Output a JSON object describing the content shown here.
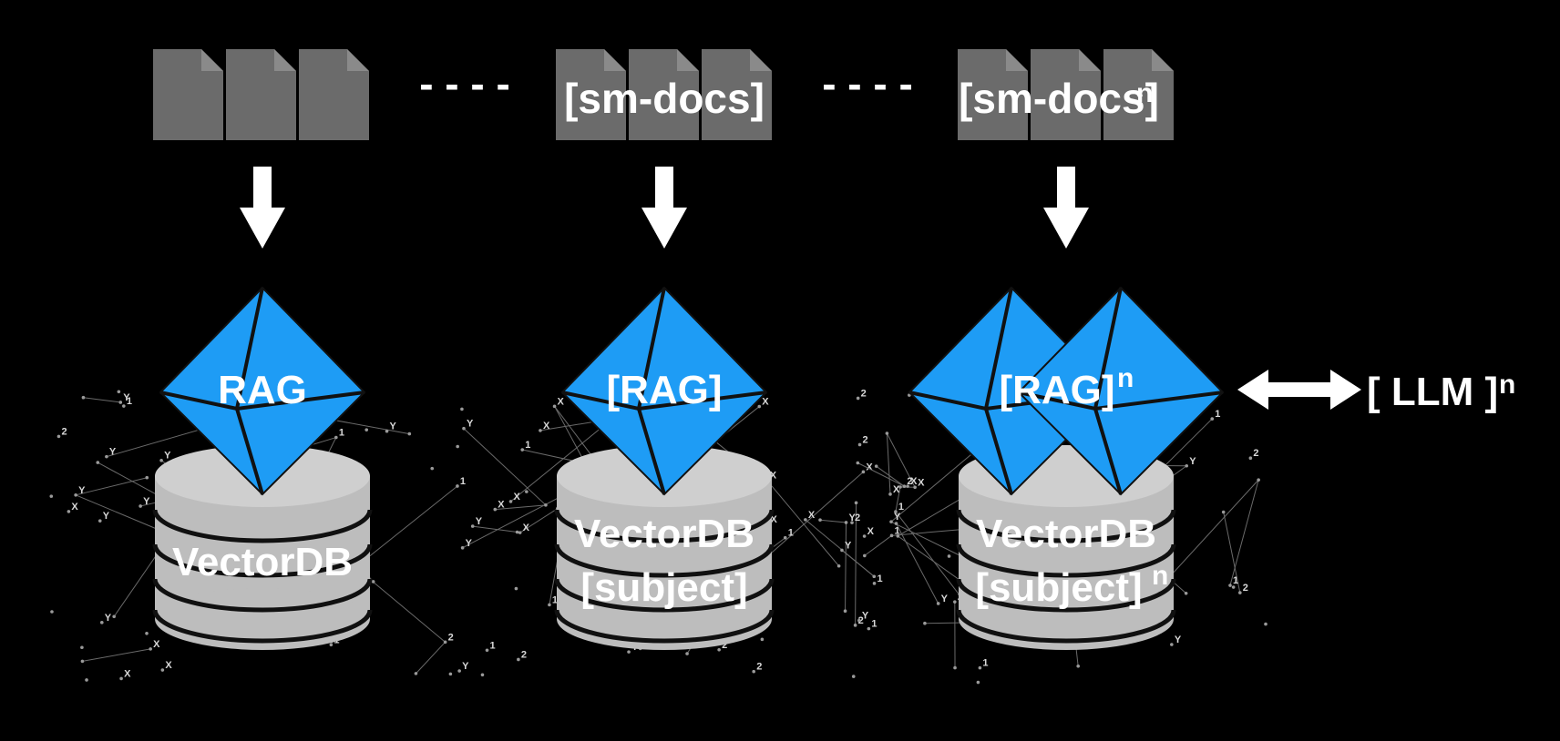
{
  "columns": [
    {
      "doc_label": "",
      "doc_sup": "",
      "rag_label": "RAG",
      "rag_sup": "",
      "db_lines": [
        "VectorDB"
      ],
      "db_sup": "",
      "double_rag": false
    },
    {
      "doc_label": "[sm-docs]",
      "doc_sup": "",
      "rag_label": "[RAG]",
      "rag_sup": "",
      "db_lines": [
        "VectorDB",
        "[subject]"
      ],
      "db_sup": "",
      "double_rag": false
    },
    {
      "doc_label": "[sm-docs]",
      "doc_sup": "n",
      "rag_label": "[RAG]",
      "rag_sup": "n",
      "db_lines": [
        "VectorDB",
        "[subject]"
      ],
      "db_sup": "n",
      "double_rag": true
    }
  ],
  "connectors": {
    "dash_1": "- - - -",
    "dash_2": "- - - -"
  },
  "llm": {
    "label": "[ LLM ]",
    "sup": "n"
  },
  "scatter_glyphs": [
    "X",
    "Y",
    "1",
    "2"
  ],
  "colors": {
    "background": "#000000",
    "doc": "#6b6b6b",
    "doc_fold": "#8a8a8a",
    "rag": "#1e9cf5",
    "rag_edge": "#111111",
    "db": "#bdbdbd",
    "db_top": "#cfcfcf",
    "db_groove": "#101010",
    "arrow": "#ffffff",
    "text": "#ffffff"
  },
  "icons": [
    "document-icon",
    "down-arrow-icon",
    "rag-octahedron-icon",
    "vector-database-icon",
    "double-arrow-icon"
  ]
}
